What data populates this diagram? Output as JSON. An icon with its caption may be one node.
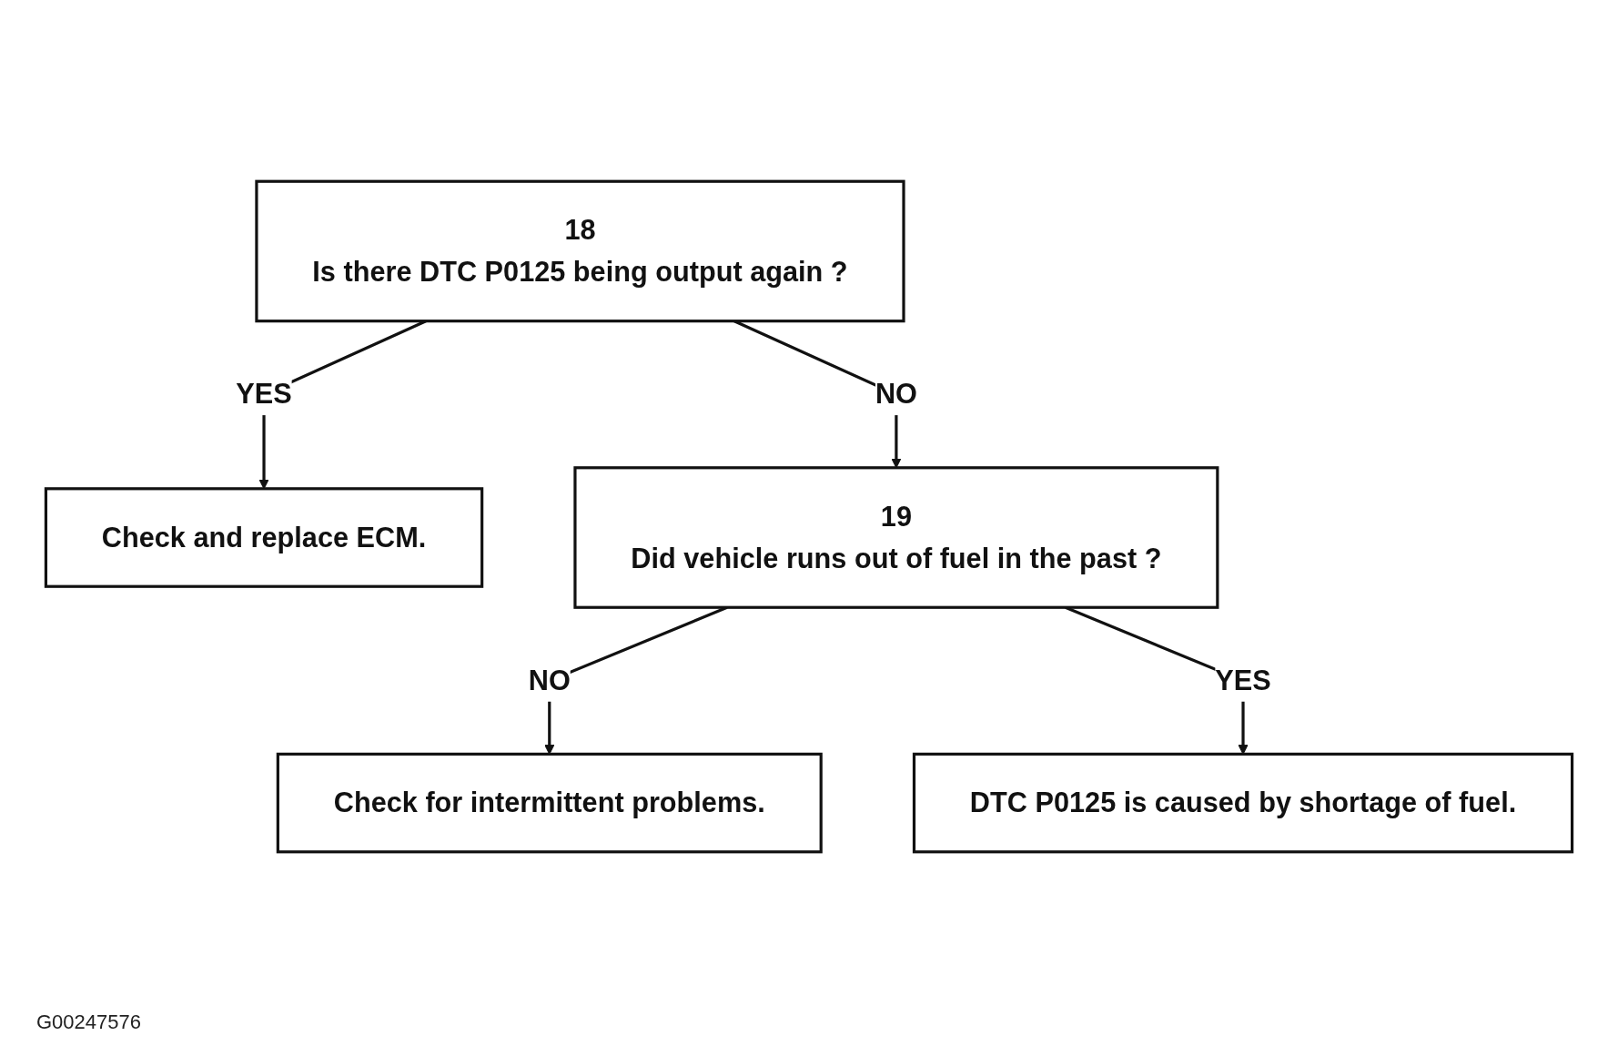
{
  "diagram": {
    "nodes": [
      {
        "text": [
          "18",
          "Is there DTC P0125 being output again ?"
        ]
      },
      {
        "text": [
          "Check and replace ECM."
        ]
      },
      {
        "text": [
          "19",
          "Did vehicle runs out of fuel in the past ?"
        ]
      },
      {
        "text": [
          "Check for intermittent problems."
        ]
      },
      {
        "text": [
          "DTC P0125 is caused by shortage of fuel."
        ]
      }
    ],
    "edges": [
      {
        "from": 0,
        "to": 1,
        "arrow": "to",
        "label": "YES"
      },
      {
        "from": 0,
        "to": 2,
        "arrow": "to",
        "label": "NO"
      },
      {
        "from": 2,
        "to": 3,
        "arrow": "to",
        "label": "NO"
      },
      {
        "from": 2,
        "to": 4,
        "arrow": "to",
        "label": "YES"
      }
    ],
    "labels": [
      "G00247576"
    ]
  }
}
